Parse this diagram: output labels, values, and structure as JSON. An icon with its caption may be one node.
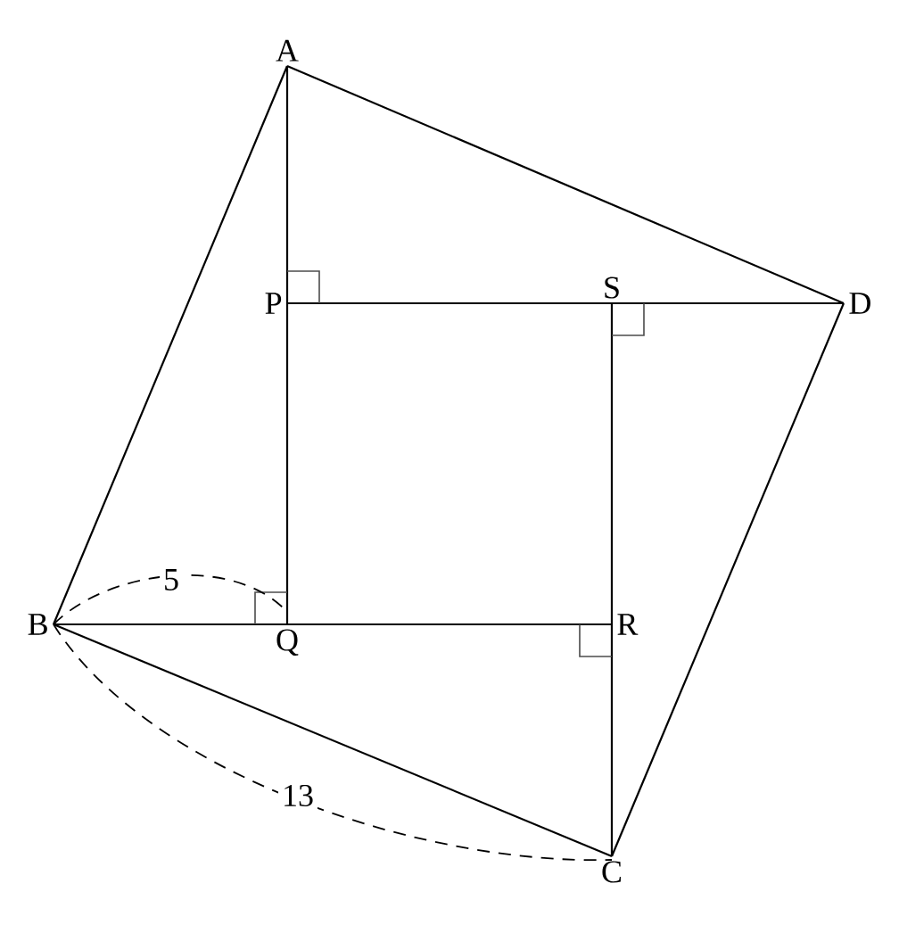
{
  "diagram": {
    "nodes": [
      {
        "text": [
          "A"
        ]
      },
      {
        "text": [
          "B"
        ]
      },
      {
        "text": [
          "C"
        ]
      },
      {
        "text": [
          "D"
        ]
      },
      {
        "text": [
          "P"
        ]
      },
      {
        "text": [
          "Q"
        ]
      },
      {
        "text": [
          "R"
        ]
      },
      {
        "text": [
          "S"
        ]
      }
    ],
    "edges": [
      {
        "from": 0,
        "to": 1,
        "arrow": "none"
      },
      {
        "from": 0,
        "to": 3,
        "arrow": "none"
      },
      {
        "from": 3,
        "to": 2,
        "arrow": "none"
      },
      {
        "from": 1,
        "to": 2,
        "arrow": "none"
      },
      {
        "from": 0,
        "to": 4,
        "arrow": "none"
      },
      {
        "from": 4,
        "to": 5,
        "arrow": "none"
      },
      {
        "from": 4,
        "to": 7,
        "arrow": "none"
      },
      {
        "from": 7,
        "to": 3,
        "arrow": "none"
      },
      {
        "from": 1,
        "to": 5,
        "arrow": "none"
      },
      {
        "from": 5,
        "to": 6,
        "arrow": "none"
      },
      {
        "from": 7,
        "to": 6,
        "arrow": "none"
      },
      {
        "from": 6,
        "to": 2,
        "arrow": "none"
      }
    ],
    "labels": [
      "5",
      "13"
    ]
  }
}
